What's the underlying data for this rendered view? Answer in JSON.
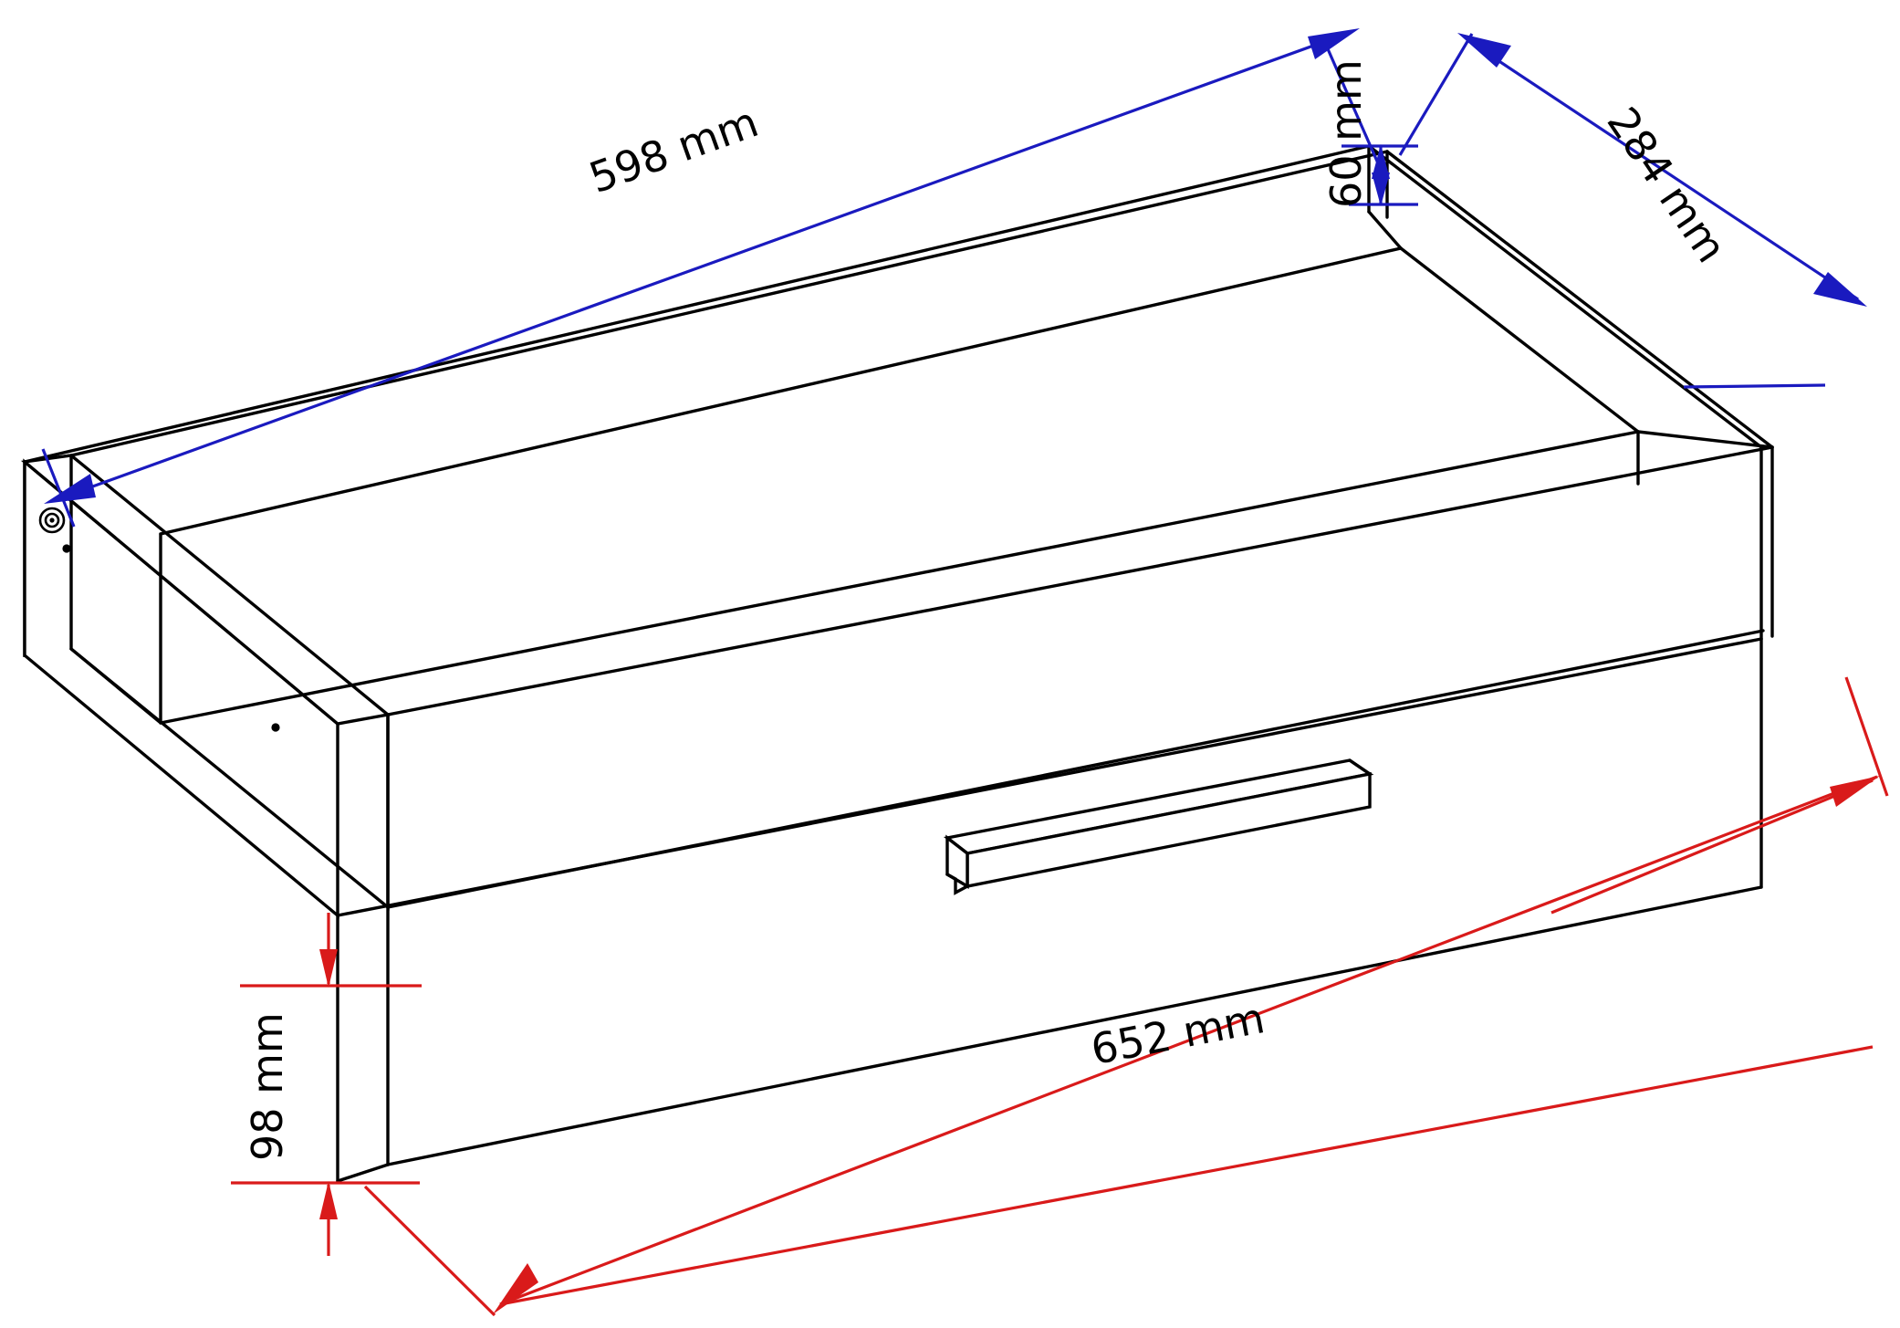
{
  "drawing": {
    "type": "isometric-technical-drawing",
    "subject": "drawer box with handle",
    "background_color": "#FFFFFF",
    "outline_color": "#000000",
    "units": "mm"
  },
  "dimensions": {
    "blue_color": "#1A1ABF",
    "red_color": "#D91A1A",
    "items": [
      {
        "id": "length-top",
        "label": "598 mm",
        "value": 598,
        "unit": "mm",
        "color": "#1A1ABF",
        "describes": "inner box length (top rear edge)"
      },
      {
        "id": "depth-top",
        "label": "284 mm",
        "value": 284,
        "unit": "mm",
        "color": "#1A1ABF",
        "describes": "inner box depth (top right edge)"
      },
      {
        "id": "side-height",
        "label": "60 mm",
        "value": 60,
        "unit": "mm",
        "color": "#1A1ABF",
        "describes": "side wall height"
      },
      {
        "id": "front-height",
        "label": "98 mm",
        "value": 98,
        "unit": "mm",
        "color": "#D91A1A",
        "describes": "front panel height"
      },
      {
        "id": "front-width",
        "label": "652 mm",
        "value": 652,
        "unit": "mm",
        "color": "#D91A1A",
        "describes": "front panel width"
      }
    ]
  },
  "hardware": {
    "items": [
      {
        "id": "cam-lock",
        "name": "cam-lock-fitting",
        "shape": "concentric-circles"
      },
      {
        "id": "dowel-hole-left",
        "name": "dowel-hole",
        "shape": "small-dot"
      },
      {
        "id": "dowel-hole-inner",
        "name": "dowel-hole",
        "shape": "small-dot"
      }
    ]
  },
  "parts": {
    "handle": {
      "name": "handle-bar",
      "description": "rectangular bar handle on drawer front"
    },
    "front_panel": {
      "name": "drawer-front-panel"
    },
    "left_side": {
      "name": "drawer-left-side-wall"
    },
    "right_side": {
      "name": "drawer-right-side-wall"
    },
    "back_panel": {
      "name": "drawer-back-panel"
    },
    "bottom": {
      "name": "drawer-bottom-panel"
    }
  }
}
